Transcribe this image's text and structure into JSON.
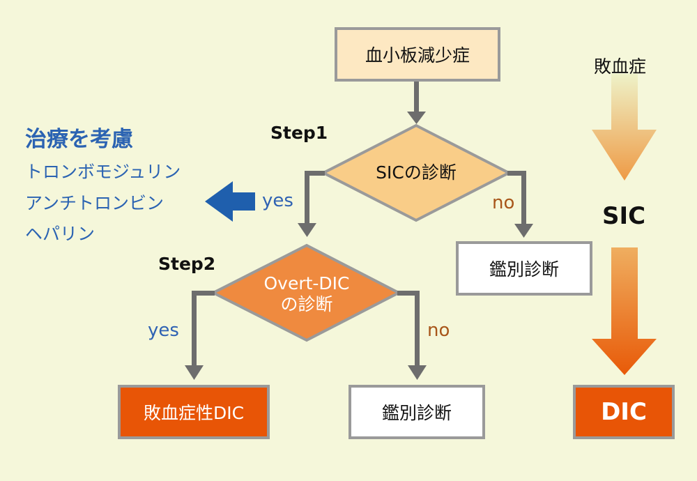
{
  "flowchart": {
    "start": "血小板減少症",
    "step1": {
      "label": "Step1",
      "decision": "SICの診断",
      "yes": "yes",
      "no": "no",
      "no_result": "鑑別診断"
    },
    "step2": {
      "label": "Step2",
      "decision_line1": "Overt-DIC",
      "decision_line2": "の診断",
      "yes": "yes",
      "no": "no",
      "yes_result": "敗血症性DIC",
      "no_result": "鑑別診断"
    }
  },
  "treatment": {
    "title": "治療を考慮",
    "drugs": [
      "トロンボモジュリン",
      "アンチトロンビン",
      "ヘパリン"
    ]
  },
  "progression": {
    "stage1": "敗血症",
    "stage2": "SIC",
    "stage3": "DIC"
  },
  "colors": {
    "background": "#f5f7da",
    "connector": "#6d6d6d",
    "box_border": "#9a9a9a",
    "start_fill": "#fde8c2",
    "step1_fill": "#f9cd88",
    "step2_fill": "#ef8a3f",
    "dic_fill": "#e85506",
    "treatment_blue": "#2b63b2",
    "no_brown": "#a8561a"
  }
}
